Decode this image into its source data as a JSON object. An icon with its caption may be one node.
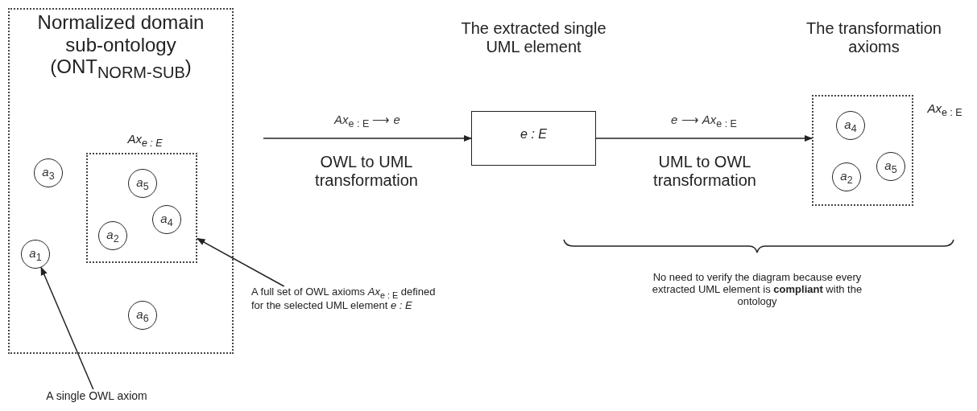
{
  "diagram": {
    "nodes": [
      {
        "text": [
          "Normalized domain sub-ontology (ONT$_{NORM-SUB}$)"
        ]
      },
      {
        "text": [
          "*Ax*$_{e : E}$"
        ],
        "in": 0
      },
      {
        "text": [
          "*a*$_{3}$"
        ],
        "in": 0
      },
      {
        "text": [
          "*a*$_{5}$"
        ],
        "in": 1
      },
      {
        "text": [
          "*a*$_{4}$"
        ],
        "in": 1
      },
      {
        "text": [
          "*a*$_{2}$"
        ],
        "in": 1
      },
      {
        "text": [
          "*a*$_{1}$"
        ],
        "in": 0
      },
      {
        "text": [
          "*a*$_{6}$"
        ],
        "in": 0
      },
      {
        "text": [
          "The extracted single UML element",
          "*e : E*"
        ]
      },
      {
        "text": [
          "The transformation axioms"
        ],
        "beside": [
          "*Ax*$_{e : E}$"
        ]
      },
      {
        "text": [
          "*a*$_{4}$"
        ],
        "in": 9
      },
      {
        "text": [
          "*a*$_{2}$"
        ],
        "in": 9
      },
      {
        "text": [
          "*a*$_{5}$"
        ],
        "in": 9
      },
      {
        "text": [
          "A single OWL axiom"
        ]
      },
      {
        "text": [
          "A full set of OWL axioms *Ax*$_{e : E}$ defined for the selected UML element *e : E*"
        ]
      }
    ],
    "edges": [
      {
        "from": null,
        "to": 8,
        "arrow": "to",
        "label": "*Ax*$_{e : E}$ ⟶ *e*"
      },
      {
        "from": 8,
        "to": 9,
        "arrow": "to",
        "label": "*e* ⟶ *Ax*$_{e : E}$"
      },
      {
        "from": 13,
        "to": 6,
        "arrow": "to"
      },
      {
        "from": 14,
        "to": 1,
        "arrow": "to"
      }
    ],
    "labels": [
      "OWL to UML transformation",
      "UML to OWL transformation",
      "No need to verify the diagram because every extracted UML element is **compliant** with the ontology"
    ]
  }
}
